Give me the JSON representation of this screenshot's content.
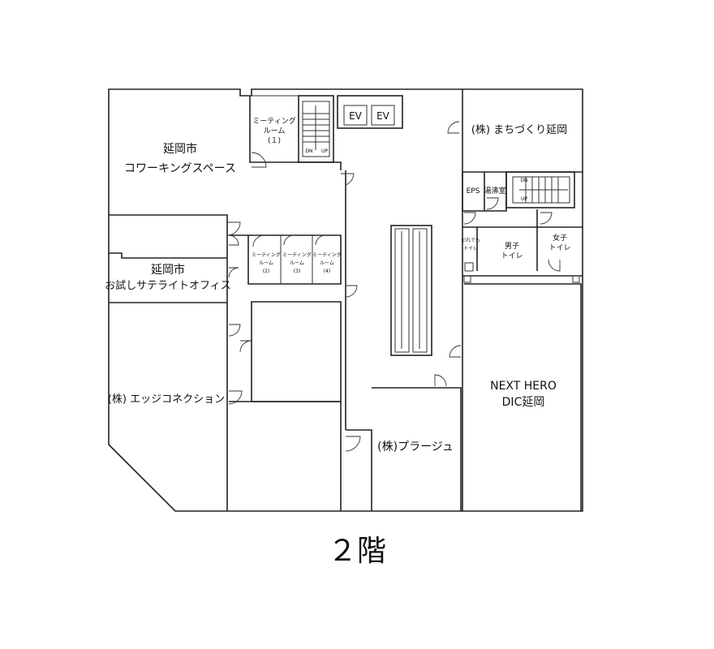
{
  "floor_label": "２階",
  "rooms": {
    "coworking": [
      "延岡市",
      "コワーキングスペース"
    ],
    "satellite": [
      "延岡市",
      "お試しサテライトオフィス"
    ],
    "edge": [
      "(株) エッジコネクション"
    ],
    "machizukuri": [
      "(株) まちづくり延岡"
    ],
    "next_hero": [
      "NEXT HERO",
      "DIC延岡"
    ],
    "plage": [
      "(株)プラージュ"
    ],
    "meeting1": [
      "ミーティング",
      "ルーム",
      "(１)"
    ],
    "meeting2": [
      "ミーティング",
      "ルーム",
      "(2)"
    ],
    "meeting3": [
      "ミーティング",
      "ルーム",
      "(3)"
    ],
    "meeting4": [
      "ミーティング",
      "ルーム",
      "(4)"
    ],
    "eps": [
      "EPS"
    ],
    "kitchen": [
      "湯沸室"
    ],
    "accessible_toilet": [
      "だれでも",
      "トイレ"
    ],
    "mens_toilet": [
      "男子",
      "トイレ"
    ],
    "womens_toilet": [
      "女子",
      "トイレ"
    ]
  },
  "elevators": [
    "EV",
    "EV"
  ],
  "stairs": {
    "down": "DN",
    "up": "UP"
  }
}
